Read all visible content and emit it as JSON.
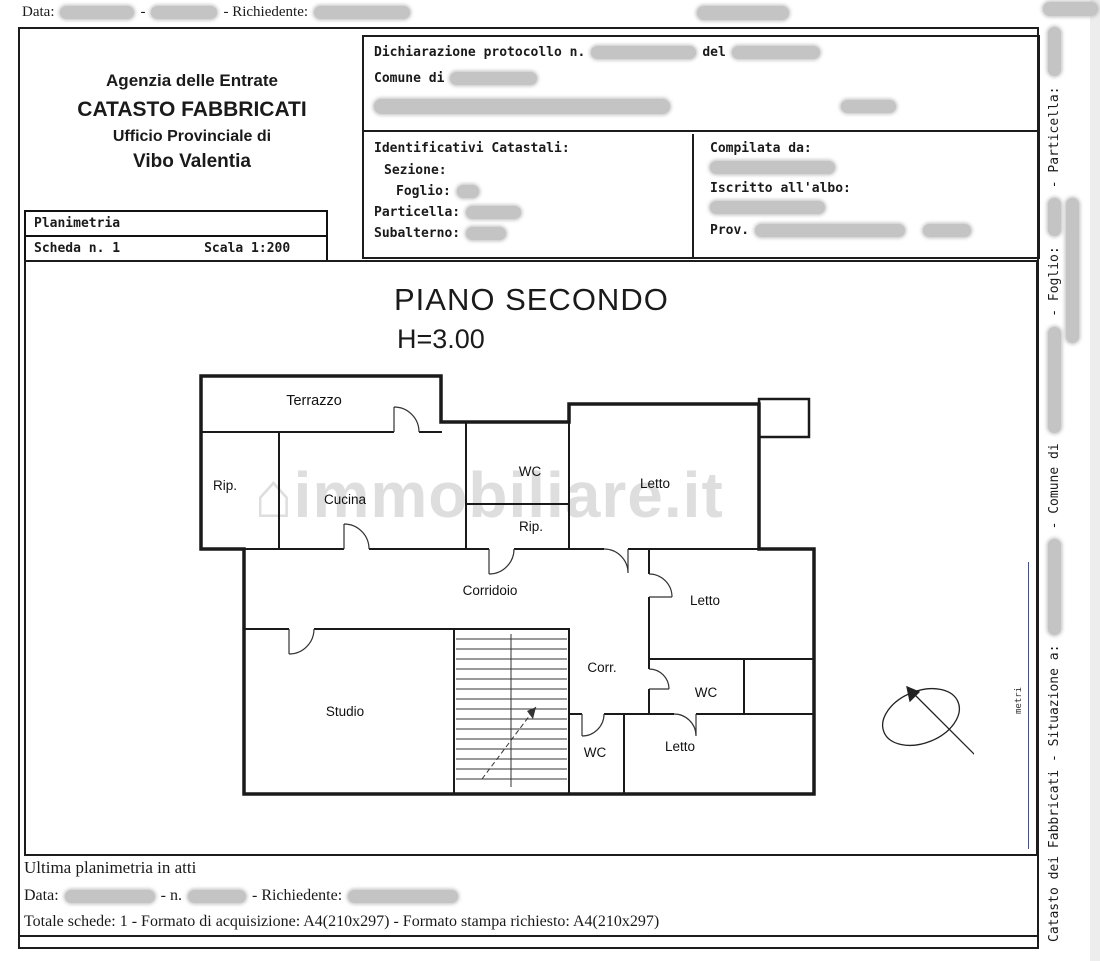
{
  "top_line": {
    "data_label": "Data:",
    "dash": "-",
    "richiedente_label": "- Richiedente:"
  },
  "header": {
    "agency": [
      "Agenzia delle Entrate",
      "CATASTO FABBRICATI",
      "Ufficio Provinciale di",
      "Vibo Valentia"
    ],
    "protocol": {
      "dichiarazione": "Dichiarazione protocollo n.",
      "del": "del",
      "comune": "Comune di"
    },
    "identificativi": {
      "title": "Identificativi Catastali:",
      "sezione": "Sezione:",
      "foglio": "Foglio:",
      "particella": "Particella:",
      "subalterno": "Subalterno:"
    },
    "compilata": {
      "title": "Compilata da:",
      "iscritto": "Iscritto all'albo:",
      "prov": "Prov."
    }
  },
  "planimetria": {
    "title": "Planimetria",
    "scheda": "Scheda n. 1",
    "scala": "Scala 1:200"
  },
  "plan": {
    "floor_title": "PIANO SECONDO",
    "floor_height": "H=3.00",
    "watermark_icon": "⌂",
    "watermark": "immobiliare.it",
    "scale_note": "metri",
    "rooms": [
      {
        "label": "Terrazzo"
      },
      {
        "label": "Rip."
      },
      {
        "label": "Cucina"
      },
      {
        "label": "WC"
      },
      {
        "label": "Letto"
      },
      {
        "label": "Rip."
      },
      {
        "label": "Corridoio"
      },
      {
        "label": "Letto"
      },
      {
        "label": "Studio"
      },
      {
        "label": "Corr."
      },
      {
        "label": "WC"
      },
      {
        "label": "WC"
      },
      {
        "label": "Letto"
      }
    ]
  },
  "footer": {
    "ultima": "Ultima planimetria in atti",
    "data_label": "Data:",
    "n_label": "- n.",
    "richiedente_label": "- Richiedente:",
    "totale": "Totale schede: 1 - Formato di acquisizione: A4(210x297)  - Formato stampa richiesto: A4(210x297)"
  },
  "side_text": {
    "part1": "Catasto dei Fabbricati - Situazione a:",
    "part2": "- Comune di",
    "part3": "- Foglio:",
    "part4": "- Particella:"
  },
  "colors": {
    "ink": "#1a1a1a",
    "redaction": "#c4c4c4"
  }
}
